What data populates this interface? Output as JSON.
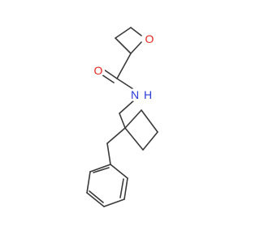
{
  "molecule": {
    "atoms": {
      "oxygen_epoxide": {
        "label": "O",
        "color": "#e0261f"
      },
      "oxygen_carbonyl": {
        "label": "O",
        "color": "#e0261f"
      },
      "nitrogen_amide": {
        "label": "N",
        "color": "#2b3ad6"
      },
      "hydrogen_amide": {
        "label": "H",
        "color": "#2b3ad6"
      }
    },
    "bond_color": "#3a3a3a"
  }
}
